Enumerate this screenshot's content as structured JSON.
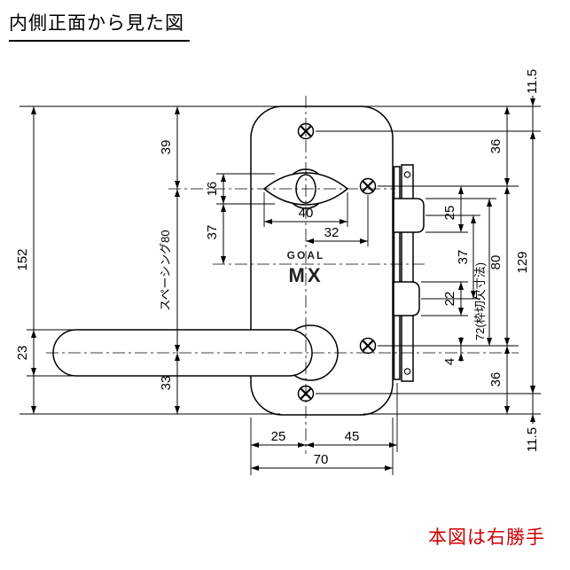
{
  "title": "内側正面から見た図",
  "note": {
    "text": "本図は右勝手",
    "color": "#cc0000"
  },
  "logo": {
    "brand": "GOAL",
    "model": "MX"
  },
  "dimensions": {
    "total_height": "152",
    "handle_thickness": "23",
    "plate_top_to_thumbturn": "39",
    "spacing": "スペーシング80",
    "handle_to_plate_bottom": "33",
    "thumbturn_height": "16",
    "thumbturn_to_case_center": "37",
    "thumbturn_width": "40",
    "center_to_screw": "32",
    "screw_to_deadbolt": "25",
    "latch_height": "22",
    "screw_to_handle_center": "4",
    "deadbolt_to_latch": "37",
    "frame_cutout": "72(枠切欠寸法)",
    "plate_top_to_side_screw": "36",
    "side_screw_spacing": "80",
    "side_screw_to_plate_bottom": "36",
    "plate_top_to_center_screw": "11.5",
    "center_screw_spacing": "129",
    "center_screw_to_plate_bottom": "11.5",
    "plate_edge_to_center": "25",
    "center_to_latch_face": "45",
    "plate_width": "70"
  }
}
